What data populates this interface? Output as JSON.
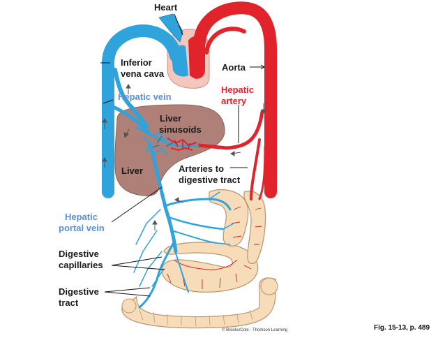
{
  "labels": {
    "heart": "Heart",
    "inferior_vena_cava_1": "Inferior",
    "inferior_vena_cava_2": "vena cava",
    "aorta": "Aorta",
    "hepatic_vein": "Hepatic vein",
    "hepatic_artery_1": "Hepatic",
    "hepatic_artery_2": "artery",
    "liver_sinusoids_1": "Liver",
    "liver_sinusoids_2": "sinusoids",
    "liver": "Liver",
    "arteries_to_digestive_1": "Arteries to",
    "arteries_to_digestive_2": "digestive tract",
    "hepatic_portal_vein_1": "Hepatic",
    "hepatic_portal_vein_2": "portal vein",
    "digestive_capillaries_1": "Digestive",
    "digestive_capillaries_2": "capillaries",
    "digestive_tract_1": "Digestive",
    "digestive_tract_2": "tract",
    "copyright": "© Brooks/Cole - Thomson Learning",
    "figure_ref": "Fig. 15-13, p. 489"
  },
  "colors": {
    "vein_blue": "#2fa3dc",
    "artery_red": "#e1242b",
    "liver_brown": "#ae8077",
    "intestine_tan": "#f6dcb8",
    "heart_pink": "#f4c7bd",
    "label_blue": "#5b8fd6",
    "label_red": "#e2202c"
  }
}
